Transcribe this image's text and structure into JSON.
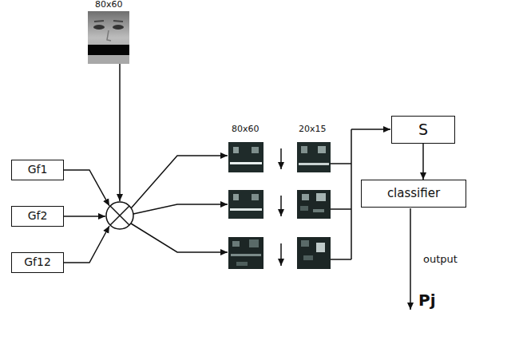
{
  "diagram": {
    "nodes": [
      {
        "text": [
          "Gf1"
        ]
      },
      {
        "text": [
          "Gf2"
        ]
      },
      {
        "text": [
          "Gf12"
        ]
      },
      {
        "text": [
          "S"
        ]
      },
      {
        "text": [
          "classifier"
        ]
      }
    ],
    "edges": [
      {
        "from": 3,
        "to": 4,
        "arrow": "to"
      }
    ],
    "labels": [
      "80x60",
      "80x60",
      "20x15",
      "output",
      "Pj"
    ]
  }
}
